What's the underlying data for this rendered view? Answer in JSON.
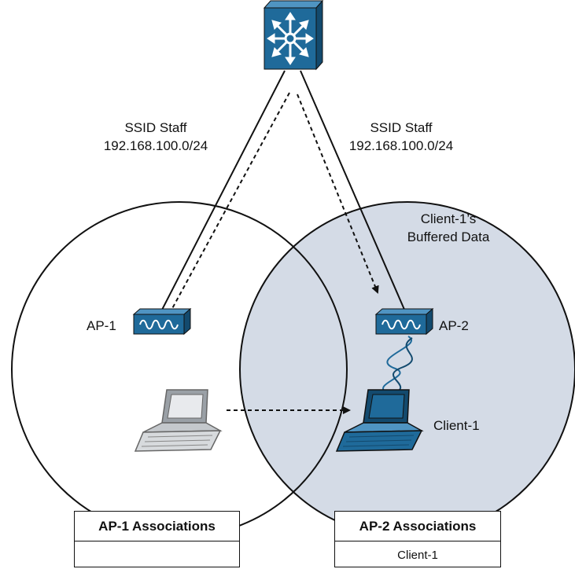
{
  "colors": {
    "device_blue": "#1f6a9a",
    "device_blue_dark": "#134a6e",
    "roam_area_fill": "#d4dbe6",
    "ghost_laptop": "#9aa0a6"
  },
  "switch": {
    "icon": "multilayer-switch-icon"
  },
  "links": [
    {
      "from": "switch",
      "to": "AP-1",
      "style": "solid"
    },
    {
      "from": "switch",
      "to": "AP-1",
      "style": "dashed"
    },
    {
      "from": "switch",
      "to": "AP-2",
      "style": "solid"
    },
    {
      "from": "switch",
      "to": "AP-2",
      "style": "dashed-arrow"
    }
  ],
  "labels": {
    "left_ssid": "SSID Staff",
    "left_subnet": "192.168.100.0/24",
    "right_ssid": "SSID Staff",
    "right_subnet": "192.168.100.0/24",
    "buffer_line1": "Client-1’s",
    "buffer_line2": "Buffered Data",
    "ap1": "AP-1",
    "ap2": "AP-2",
    "client": "Client-1"
  },
  "tables": {
    "ap1": {
      "header": "AP-1 Associations",
      "rows": [
        ""
      ]
    },
    "ap2": {
      "header": "AP-2 Associations",
      "rows": [
        "Client-1"
      ]
    }
  }
}
